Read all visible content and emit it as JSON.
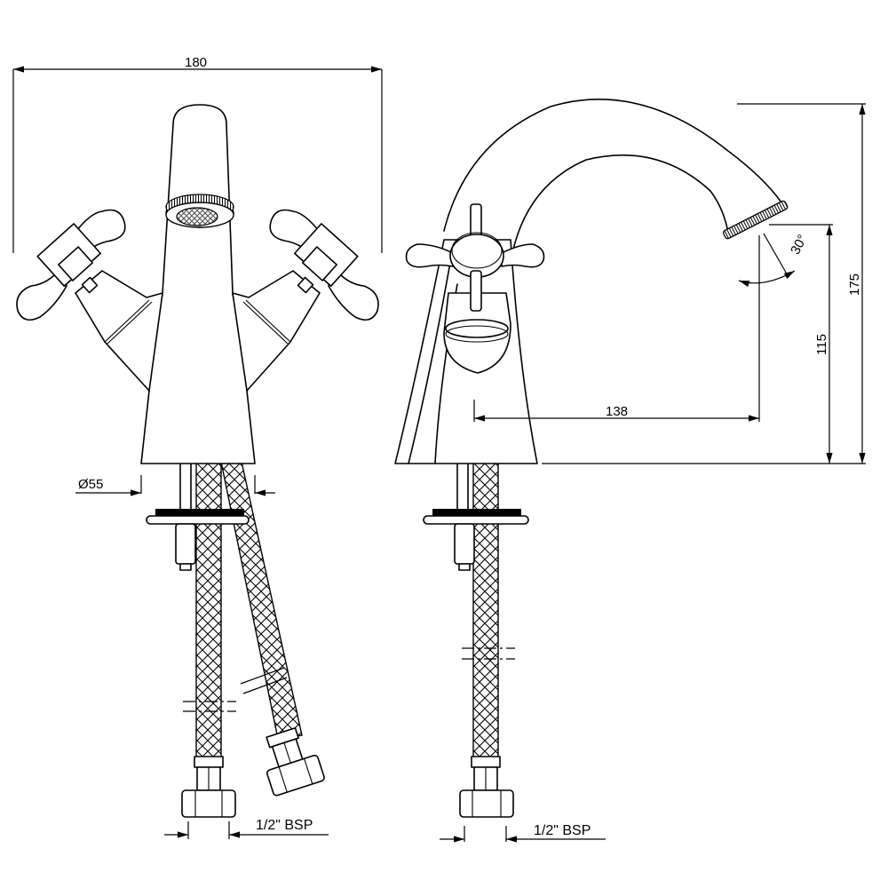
{
  "drawing": {
    "title": "Basin mixer tap technical drawing",
    "views": [
      "front",
      "side"
    ],
    "units": "mm",
    "line_color": "#000000",
    "background": "#ffffff"
  },
  "dimensions": {
    "overall_width": "180",
    "base_diameter": "Ø55",
    "spout_reach": "138",
    "spout_height": "115",
    "overall_height": "175",
    "spout_angle": "30°",
    "connection_front": "1/2\" BSP",
    "connection_side": "1/2\" BSP"
  }
}
